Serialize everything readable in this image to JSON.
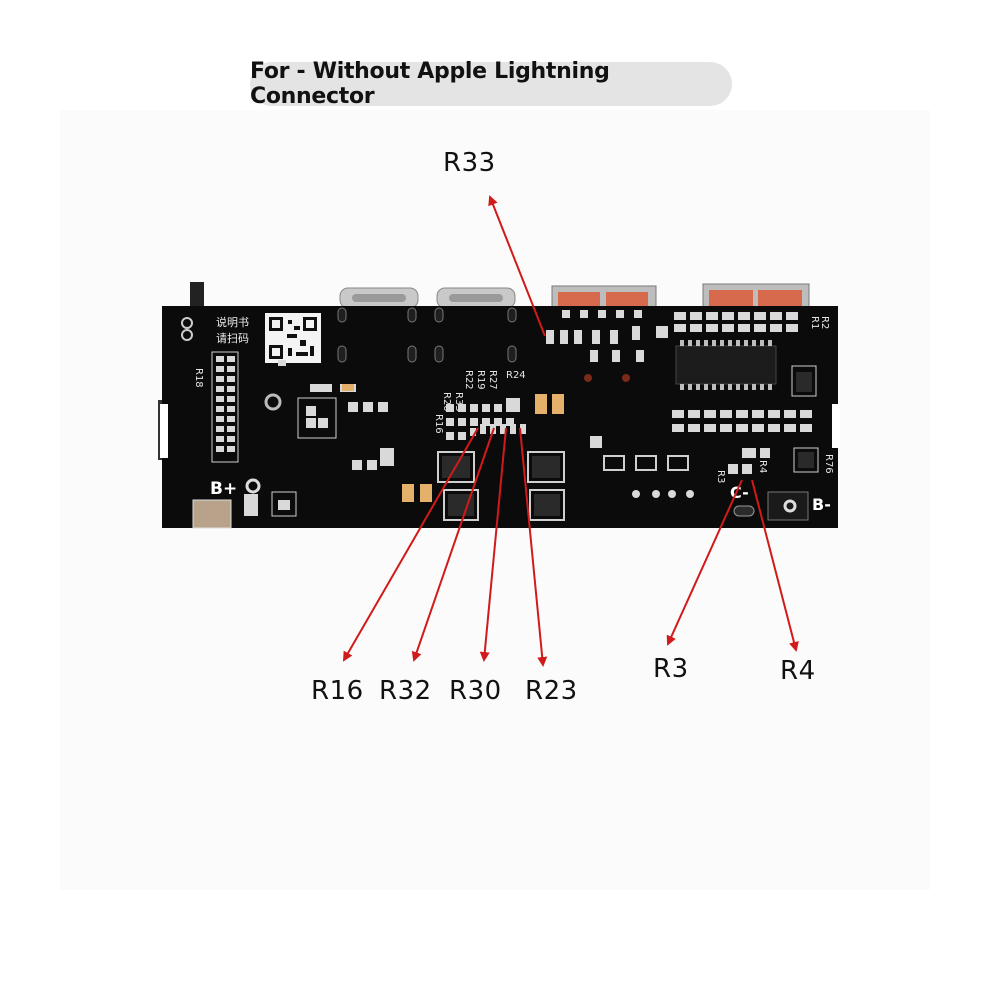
{
  "header": {
    "title": "For - Without Apple Lightning Connector"
  },
  "board": {
    "qr_text_line1": "说明书",
    "qr_text_line2": "请扫码",
    "silk_r18": "R18",
    "silk_r33": "R33",
    "silk_r20": "R20",
    "silk_r22": "R22",
    "silk_r19": "R19",
    "silk_r24": "R24",
    "silk_r27": "R27",
    "silk_r16": "R16",
    "silk_r1": "R1",
    "silk_r2": "R2",
    "silk_r76": "R76",
    "silk_r3": "R3",
    "silk_r4": "R4",
    "label_bplus": "B+",
    "label_cminus": "C-",
    "label_bminus": "B-"
  },
  "callouts": {
    "r33": "R33",
    "r16": "R16",
    "r32": "R32",
    "r30": "R30",
    "r23": "R23",
    "r3": "R3",
    "r4": "R4"
  },
  "colors": {
    "pcb": "#0b0b0b",
    "pad": "#d9d9d9",
    "usb_a_body": "#d76a4c",
    "arrow": "#d11a1a",
    "title_pill": "#e4e4e4"
  }
}
